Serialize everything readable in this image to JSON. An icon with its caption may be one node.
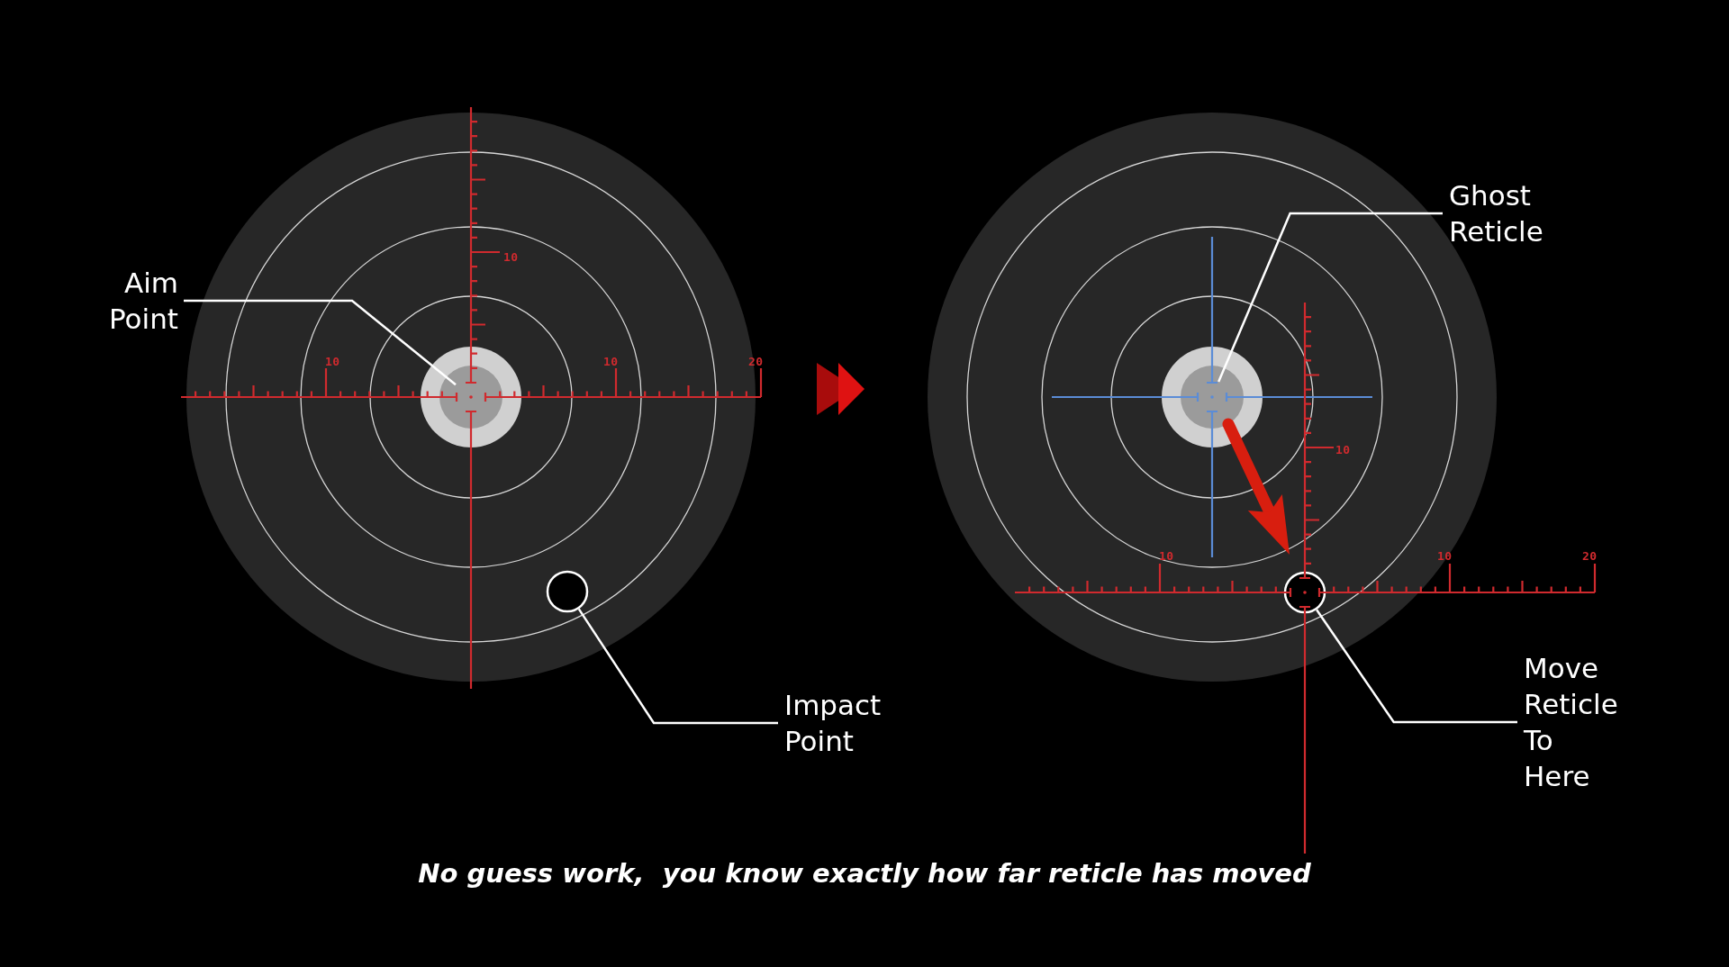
{
  "diagram": {
    "nodes": [
      {
        "text": [
          "Aim Point"
        ]
      },
      {
        "text": [],
        "shape": "crosshair"
      },
      {
        "text": [],
        "shape": "circle"
      },
      {
        "text": [
          "Impact Point"
        ]
      },
      {
        "text": [
          "Ghost Reticle"
        ]
      },
      {
        "text": [],
        "shape": "crosshair"
      },
      {
        "text": [],
        "shape": "circle"
      },
      {
        "text": [
          "Move Reticle To Here"
        ]
      }
    ],
    "edges": [
      {
        "from": 0,
        "to": 1,
        "arrow": "none"
      },
      {
        "from": 3,
        "to": 2,
        "arrow": "none"
      },
      {
        "from": 4,
        "to": 5,
        "arrow": "none"
      },
      {
        "from": 7,
        "to": 6,
        "arrow": "none"
      }
    ],
    "labels": [
      "10",
      "10",
      "10",
      "20",
      "10",
      "10",
      "10",
      "20"
    ],
    "caption": "No guess work,  you know exactly how far reticle has moved"
  }
}
